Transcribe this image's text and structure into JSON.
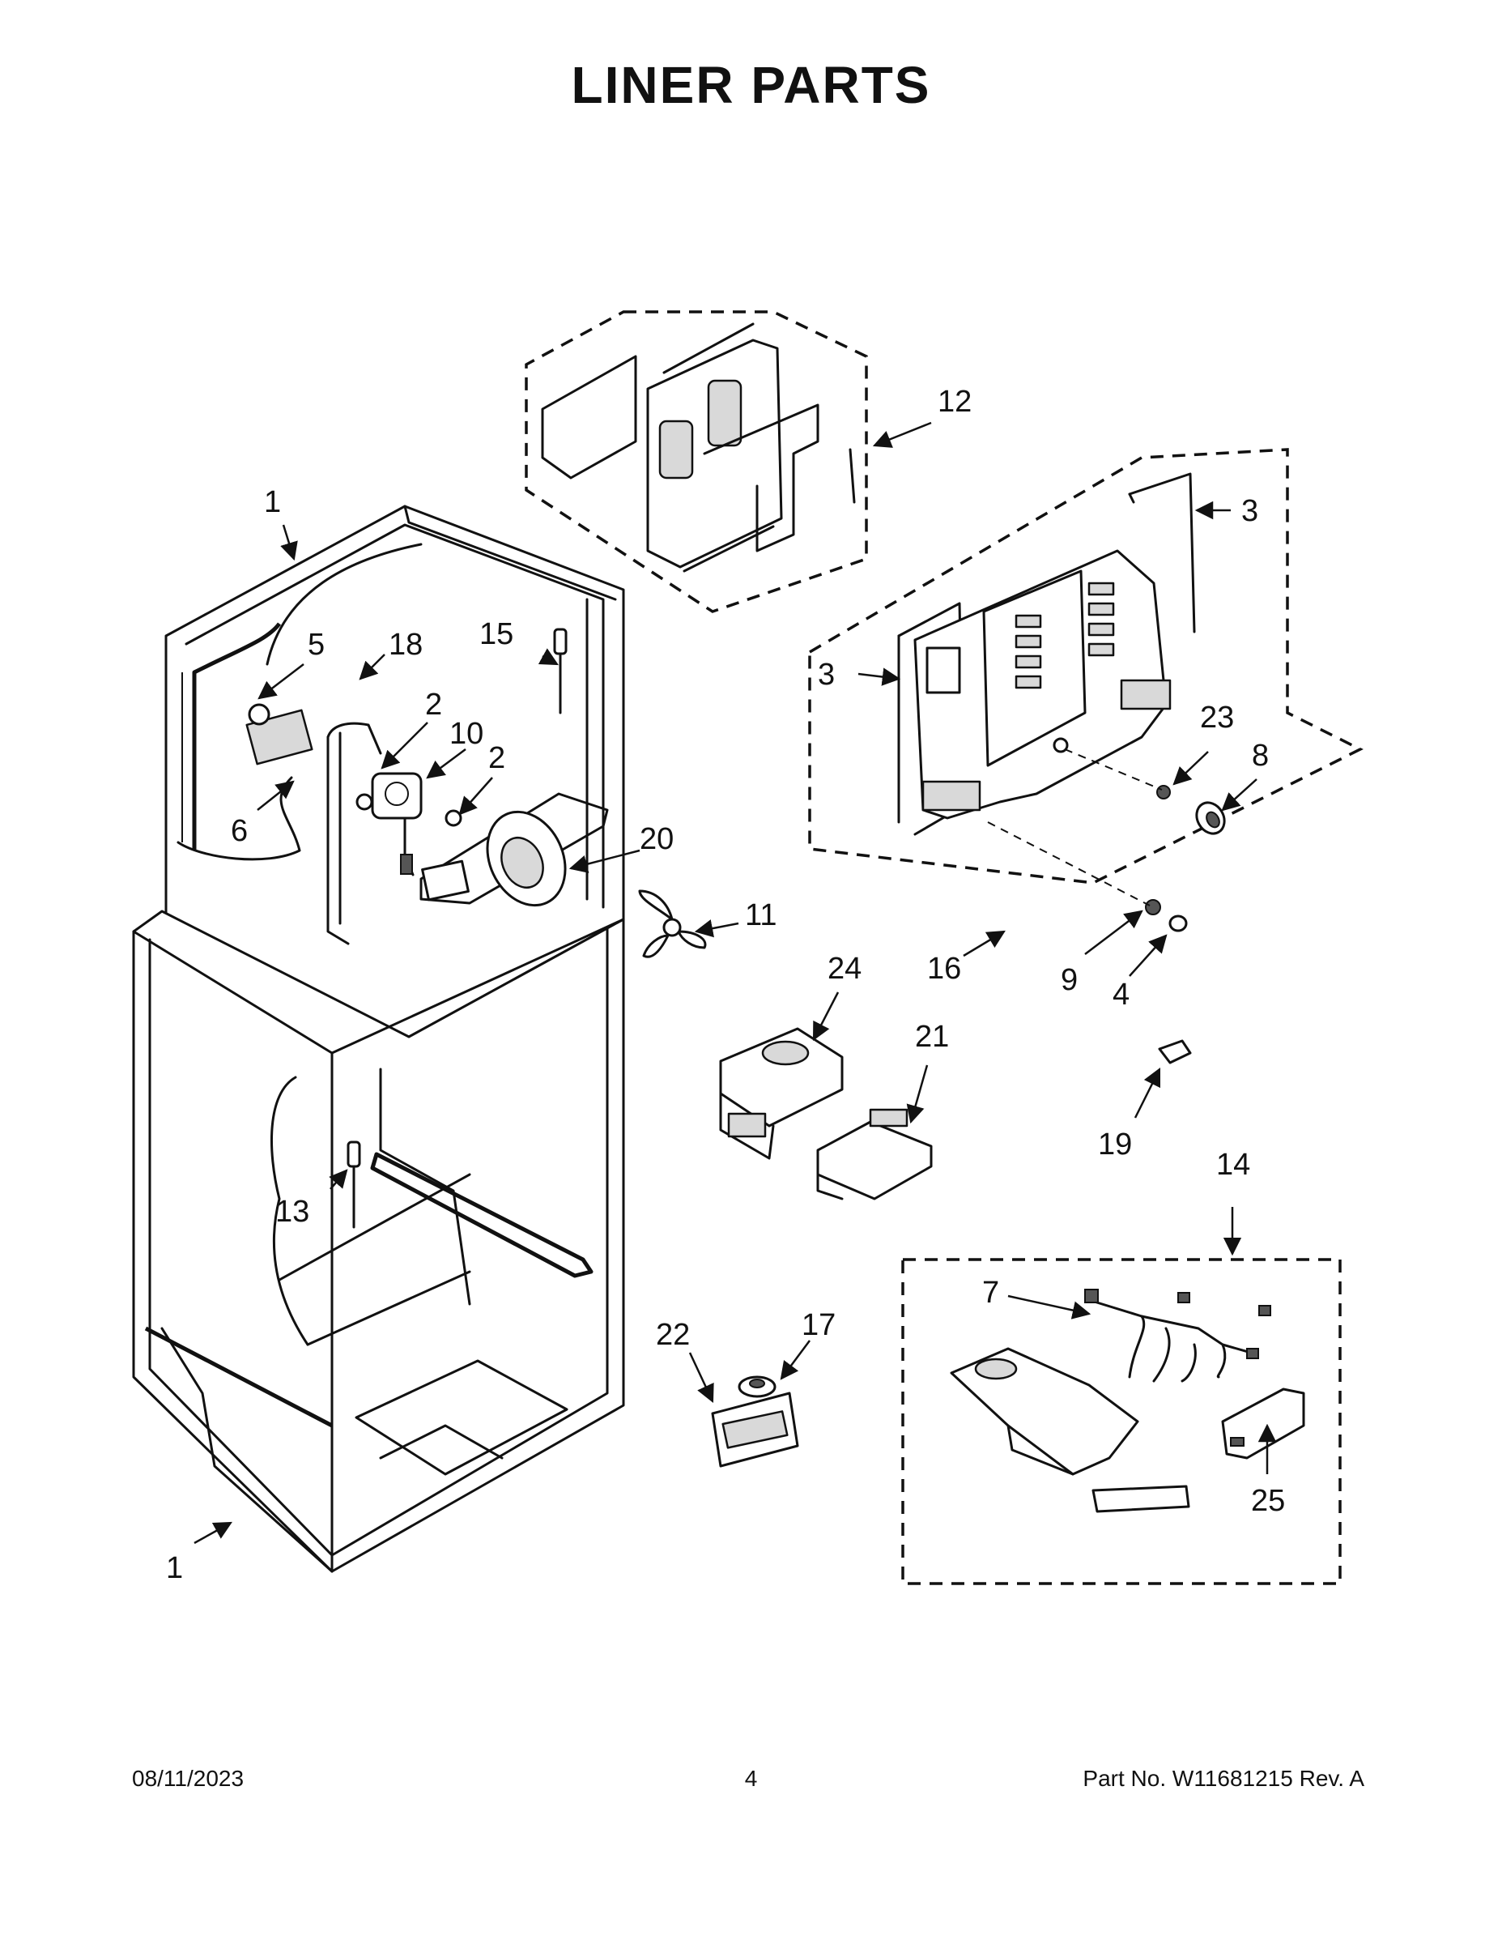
{
  "title": "LINER PARTS",
  "callouts": [
    {
      "id": "c1a",
      "label": "1"
    },
    {
      "id": "c1b",
      "label": "1"
    },
    {
      "id": "c2a",
      "label": "2"
    },
    {
      "id": "c2b",
      "label": "2"
    },
    {
      "id": "c3a",
      "label": "3"
    },
    {
      "id": "c3b",
      "label": "3"
    },
    {
      "id": "c4",
      "label": "4"
    },
    {
      "id": "c5",
      "label": "5"
    },
    {
      "id": "c6",
      "label": "6"
    },
    {
      "id": "c7",
      "label": "7"
    },
    {
      "id": "c8",
      "label": "8"
    },
    {
      "id": "c9",
      "label": "9"
    },
    {
      "id": "c10",
      "label": "10"
    },
    {
      "id": "c11",
      "label": "11"
    },
    {
      "id": "c12",
      "label": "12"
    },
    {
      "id": "c13",
      "label": "13"
    },
    {
      "id": "c14",
      "label": "14"
    },
    {
      "id": "c15",
      "label": "15"
    },
    {
      "id": "c16",
      "label": "16"
    },
    {
      "id": "c17",
      "label": "17"
    },
    {
      "id": "c18",
      "label": "18"
    },
    {
      "id": "c19",
      "label": "19"
    },
    {
      "id": "c20",
      "label": "20"
    },
    {
      "id": "c21",
      "label": "21"
    },
    {
      "id": "c22",
      "label": "22"
    },
    {
      "id": "c23",
      "label": "23"
    },
    {
      "id": "c24",
      "label": "24"
    },
    {
      "id": "c25",
      "label": "25"
    }
  ],
  "footer": {
    "date": "08/11/2023",
    "page": "4",
    "part": "Part No.  W11681215  Rev.  A"
  }
}
